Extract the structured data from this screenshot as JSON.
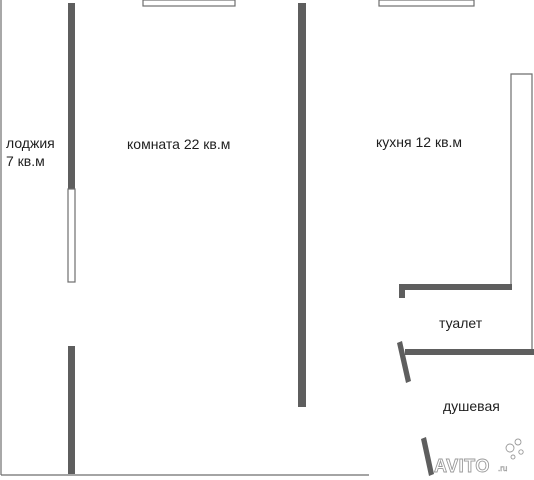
{
  "rooms": {
    "loggia_line1": "лоджия",
    "loggia_line2": "7 кв.м",
    "room": "комната 22 кв.м",
    "kitchen": "кухня 12 кв.м",
    "toilet": "туалет",
    "shower": "душевая"
  },
  "watermark": {
    "brand": "AVITO",
    "domain": ".ru"
  }
}
